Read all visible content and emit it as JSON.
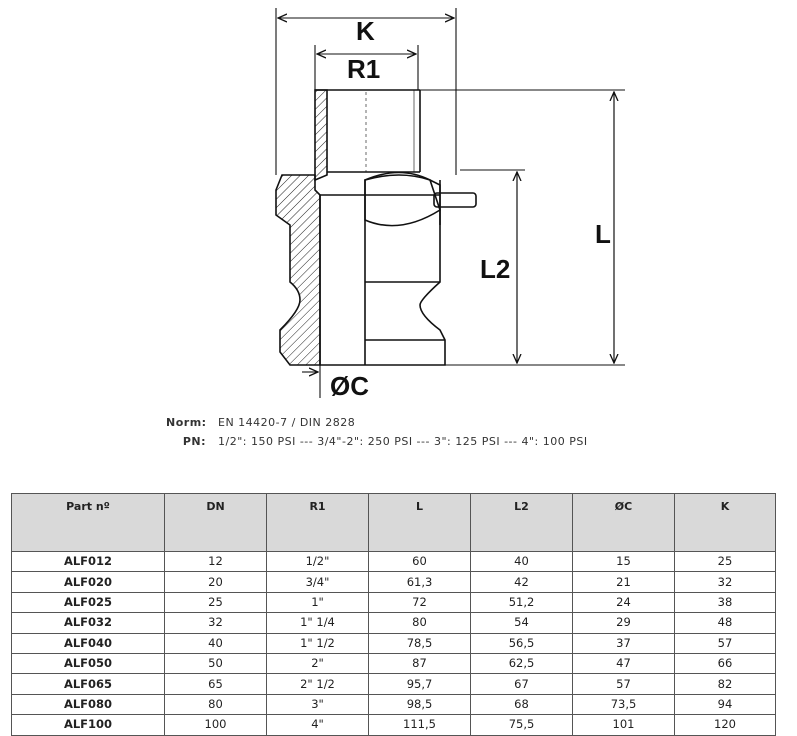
{
  "drawing": {
    "labels": {
      "k": "K",
      "r1": "R1",
      "l": "L",
      "l2": "L2",
      "c": "ØC"
    }
  },
  "specs": {
    "norm_label": "Norm:",
    "norm_value": "EN 14420-7 / DIN 2828",
    "pn_label": "PN:",
    "pn_value": "1/2\": 150 PSI --- 3/4\"-2\": 250 PSI --- 3\": 125 PSI --- 4\": 100 PSI"
  },
  "table": {
    "headers": [
      "Part nº",
      "DN",
      "R1",
      "L",
      "L2",
      "ØC",
      "K"
    ],
    "rows": [
      [
        "ALF012",
        "12",
        "1/2\"",
        "60",
        "40",
        "15",
        "25"
      ],
      [
        "ALF020",
        "20",
        "3/4\"",
        "61,3",
        "42",
        "21",
        "32"
      ],
      [
        "ALF025",
        "25",
        "1\"",
        "72",
        "51,2",
        "24",
        "38"
      ],
      [
        "ALF032",
        "32",
        "1\" 1/4",
        "80",
        "54",
        "29",
        "48"
      ],
      [
        "ALF040",
        "40",
        "1\" 1/2",
        "78,5",
        "56,5",
        "37",
        "57"
      ],
      [
        "ALF050",
        "50",
        "2\"",
        "87",
        "62,5",
        "47",
        "66"
      ],
      [
        "ALF065",
        "65",
        "2\" 1/2",
        "95,7",
        "67",
        "57",
        "82"
      ],
      [
        "ALF080",
        "80",
        "3\"",
        "98,5",
        "68",
        "73,5",
        "94"
      ],
      [
        "ALF100",
        "100",
        "4\"",
        "111,5",
        "75,5",
        "101",
        "120"
      ]
    ]
  }
}
